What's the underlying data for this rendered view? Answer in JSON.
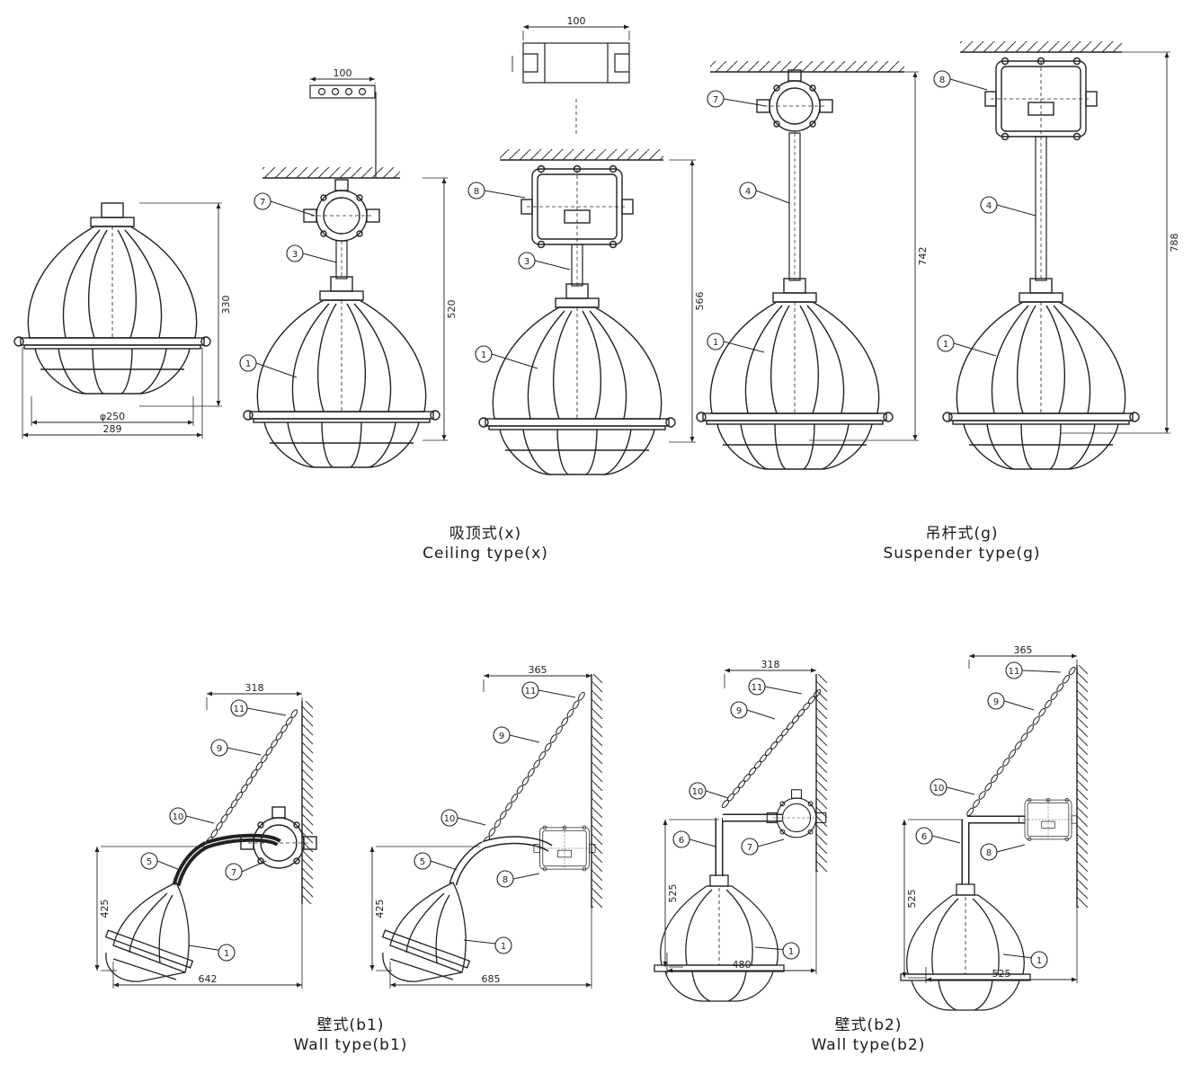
{
  "captions": {
    "ceiling": {
      "zh": "吸顶式(x)",
      "en": "Ceiling type(x)"
    },
    "suspender": {
      "zh": "吊杆式(g)",
      "en": "Suspender type(g)"
    },
    "wall_b1": {
      "zh": "壁式(b1)",
      "en": "Wall type(b1)"
    },
    "wall_b2": {
      "zh": "壁式(b2)",
      "en": "Wall type(b2)"
    }
  },
  "dimensions": {
    "base_height": "330",
    "base_diameter": "φ250",
    "base_width": "289",
    "ceiling_bracket_width": "100",
    "ceiling_height": "520",
    "ceiling_box_bracket_width": "100",
    "ceiling_box_height": "566",
    "suspender_height": "742",
    "suspender_box_height": "788",
    "b1_chain_span": "318",
    "b1_height": "425",
    "b1_width": "642",
    "b1_box_chain_span": "365",
    "b1_box_height": "425",
    "b1_box_width": "685",
    "b2_chain_span": "318",
    "b2_height": "525",
    "b2_width": "480",
    "b2_box_chain_span": "365",
    "b2_box_height": "525",
    "b2_box_width": "525"
  },
  "callout_numbers": [
    "1",
    "3",
    "4",
    "5",
    "6",
    "7",
    "8",
    "9",
    "10",
    "11"
  ]
}
